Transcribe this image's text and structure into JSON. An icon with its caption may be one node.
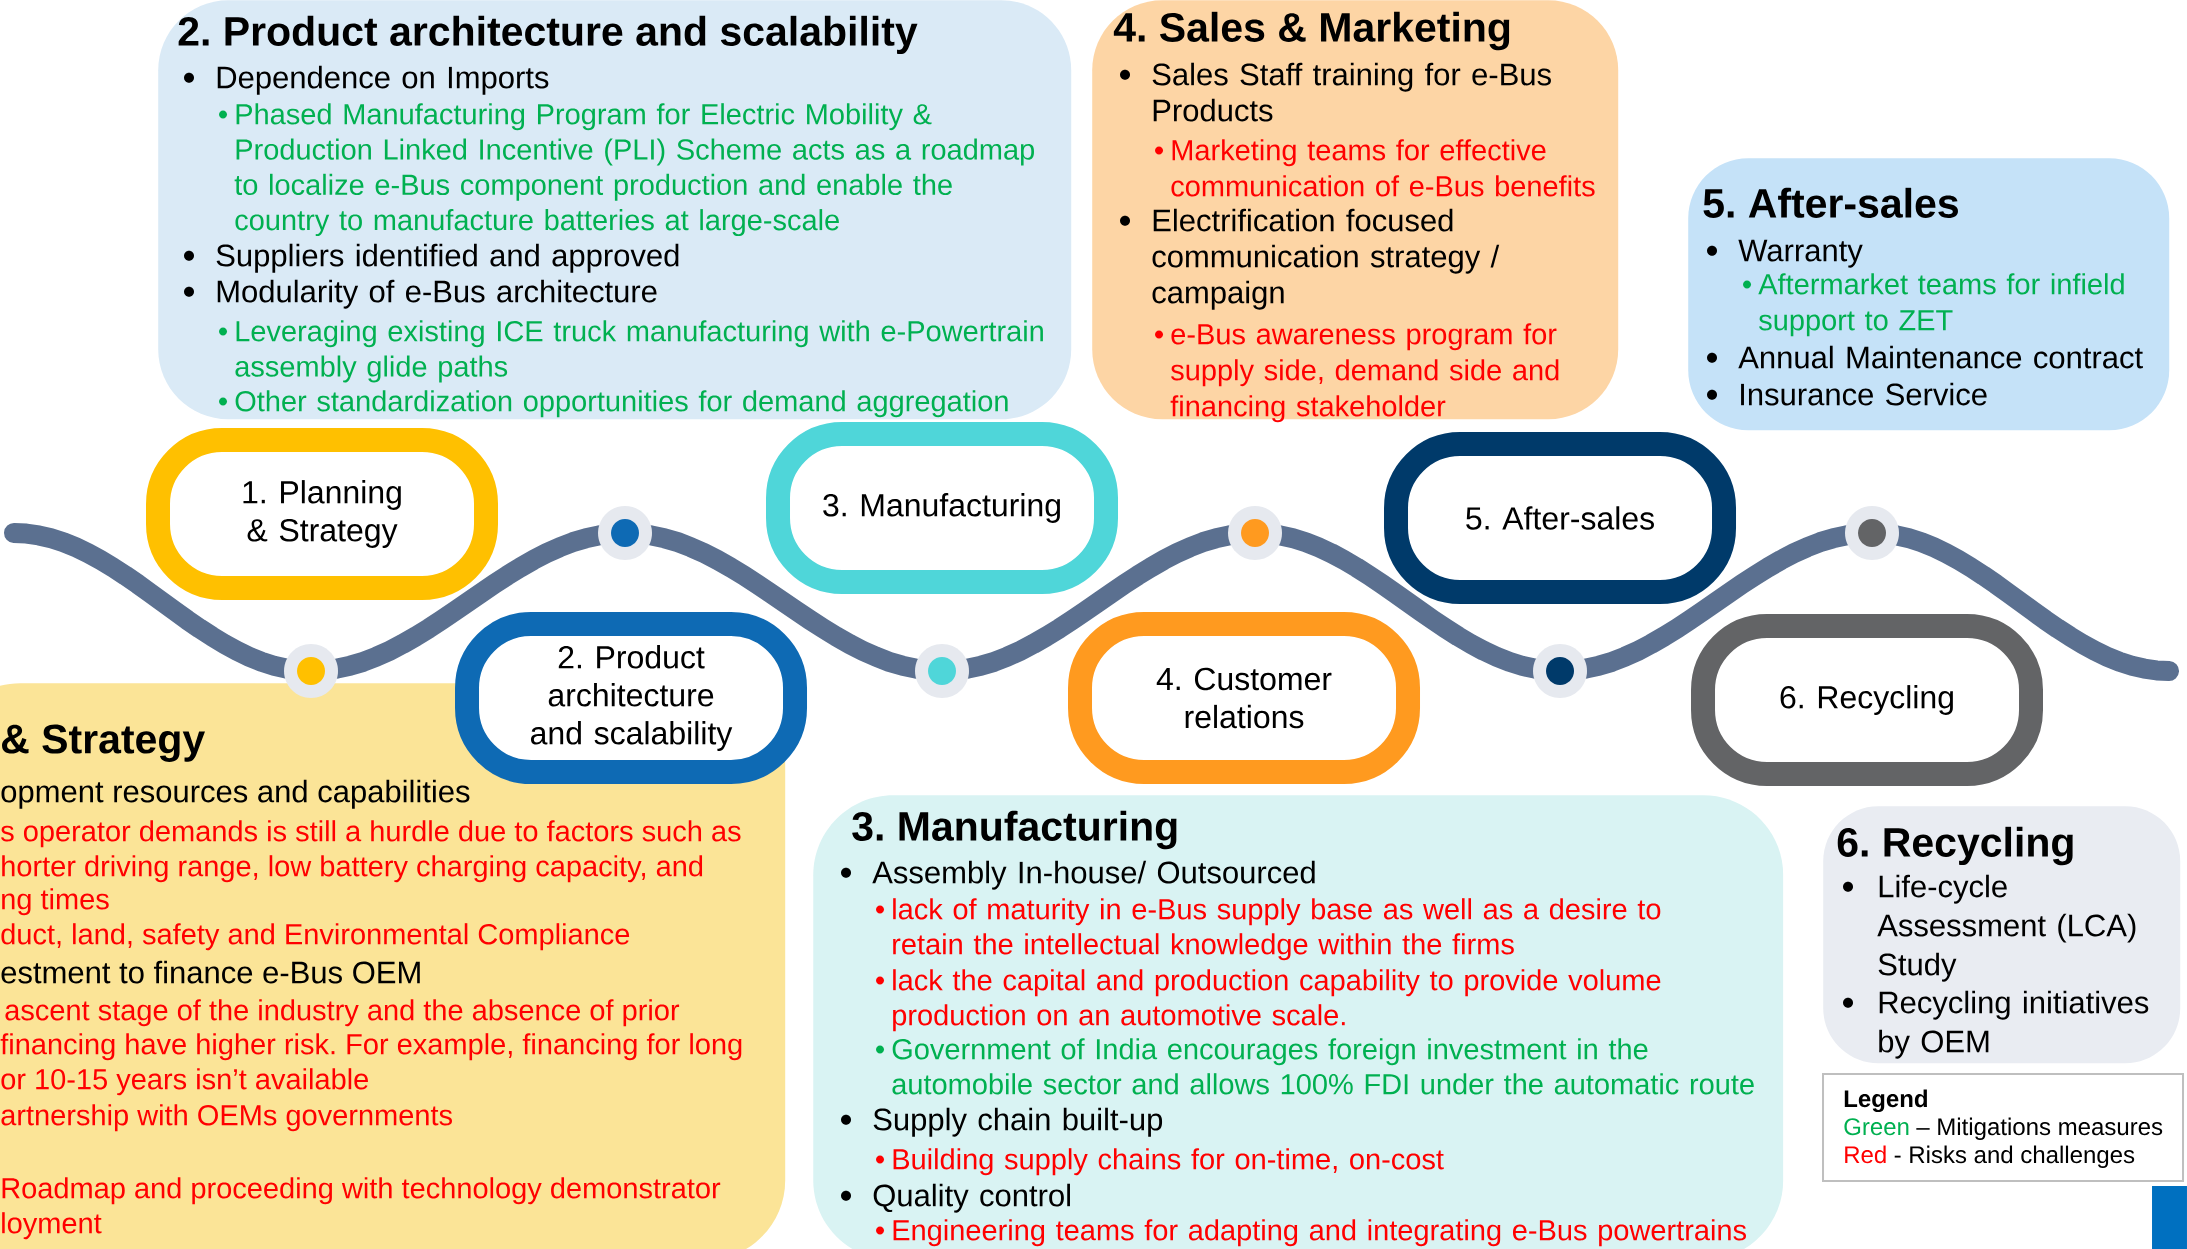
{
  "diagram": {
    "nodes": [
      {
        "text": [
          "2. Product architecture and scalability",
          "Dependence on Imports",
          "Phased Manufacturing Program for Electric Mobility & Production Linked Incentive (PLI) Scheme acts as a roadmap to localize e-Bus component production and enable the country to manufacture batteries at large-scale",
          "Suppliers identified and approved",
          "Modularity of e-Bus architecture",
          "Leveraging existing ICE truck manufacturing with e-Powertrain assembly glide paths",
          "Other standardization opportunities for demand aggregation"
        ]
      },
      {
        "text": [
          "4. Sales & Marketing",
          "Sales Staff training for e-Bus Products",
          "Marketing teams for effective communication of e-Bus benefits",
          "Electrification focused communication strategy / campaign",
          "e-Bus awareness program for supply side, demand side and financing stakeholder"
        ]
      },
      {
        "text": [
          "5. After-sales",
          "Warranty",
          "Aftermarket teams for infield support to ZET",
          "Annual Maintenance contract",
          "Insurance Service"
        ]
      },
      {
        "text": [
          "1. Planning & Strategy"
        ]
      },
      {
        "text": [
          "3. Manufacturing"
        ]
      },
      {
        "text": [
          "5. After-sales"
        ]
      },
      {
        "text": [
          "2. Product architecture and scalability"
        ]
      },
      {
        "text": [
          "4. Customer relations"
        ]
      },
      {
        "text": [
          "6. Recycling"
        ]
      },
      {
        "text": [
          "& Strategy",
          "opment resources and capabilities",
          "s operator demands is still a hurdle due to factors such as",
          "horter driving range, low battery charging capacity, and",
          "ng times",
          "duct, land, safety and Environmental Compliance",
          "estment to finance e-Bus OEM",
          "ascent stage of the industry and the absence of prior",
          "financing have higher risk. For example, financing for long",
          "or 10-15 years isn’t available",
          "artnership with OEMs governments",
          "Roadmap and proceeding with technology demonstrator",
          "loyment"
        ]
      },
      {
        "text": [
          "3. Manufacturing",
          "Assembly In-house/ Outsourced",
          "lack of maturity in e-Bus supply base as well as a desire to retain the intellectual knowledge within the firms",
          "lack the capital and production capability to provide volume production on an automotive scale.",
          "Government of India encourages foreign investment in the automobile sector and allows 100% FDI under the automatic route",
          "Supply chain built-up",
          "Building supply chains for on-time, on-cost",
          "Quality control",
          "Engineering teams for adapting and integrating e-Bus powertrains"
        ]
      },
      {
        "text": [
          "6. Recycling",
          "Life-cycle Assessment (LCA) Study",
          "Recycling initiatives by OEM"
        ]
      }
    ],
    "labels": [
      "Legend",
      "Green",
      "Red"
    ],
    "legend": [
      {
        "text": "– Mitigations measures",
        "color": "#00b050"
      },
      {
        "text": "- Risks and challenges",
        "color": "#ff0000"
      }
    ]
  }
}
